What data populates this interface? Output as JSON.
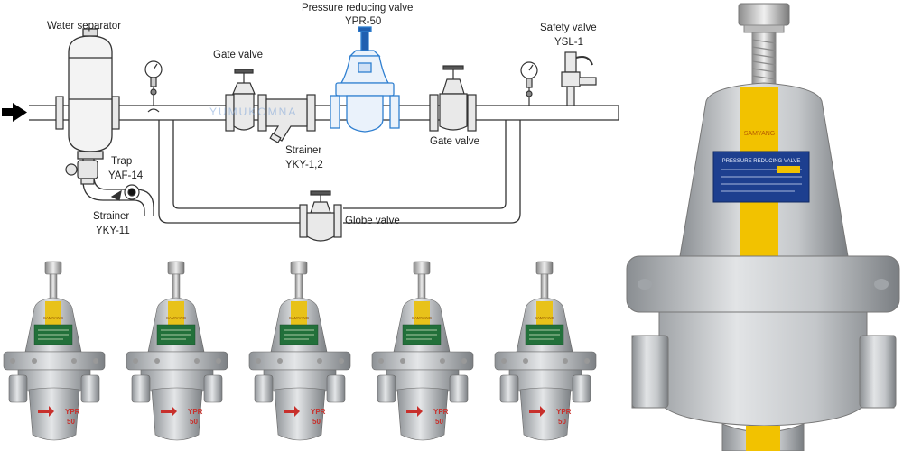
{
  "diagram": {
    "labels": {
      "water_separator": "Water separator",
      "prv_title": "Pressure reducing valve",
      "prv_model": "YPR-50",
      "safety_title": "Safety valve",
      "safety_model": "YSL-1",
      "gate_valve_left": "Gate valve",
      "gate_valve_right": "Gate valve",
      "strainer_main": "Strainer",
      "strainer_main_model": "YKY-1,2",
      "trap": "Trap",
      "trap_model": "YAF-14",
      "strainer_small": "Strainer",
      "strainer_small_model": "YKY-11",
      "globe_valve": "Globe valve"
    },
    "watermark": "YUMUKOMNA"
  },
  "gallery": {
    "brand_band": "SAMYANG",
    "model_line1": "YPR",
    "model_line2": "50",
    "count": 5
  },
  "photo": {
    "brand_band": "SAMYANG",
    "nameplate_title": "PRESSURE REDUCING VALVE"
  },
  "colors": {
    "pipe_stroke": "#333333",
    "prv_blue": "#2f7fd0",
    "valve_gray": "#b8bcc0",
    "band_yellow": "#f2c200",
    "nameplate_blue": "#1d3f8f",
    "nameplate_green": "#1f7a3a",
    "arrow_red": "#c8302c"
  }
}
